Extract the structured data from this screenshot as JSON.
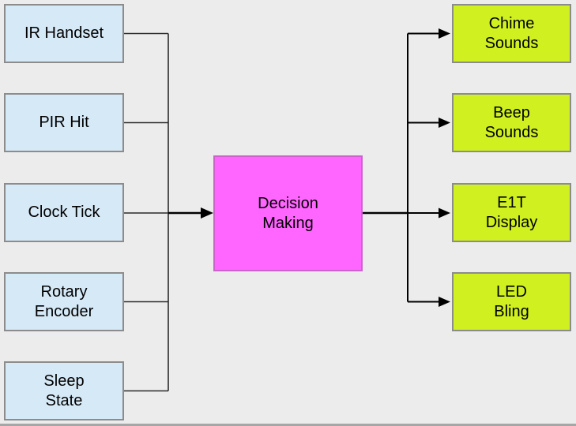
{
  "diagram": {
    "inputs": [
      {
        "label": "IR Handset"
      },
      {
        "label": "PIR Hit"
      },
      {
        "label": "Clock Tick"
      },
      {
        "label": "Rotary\nEncoder"
      },
      {
        "label": "Sleep\nState"
      }
    ],
    "process": {
      "label": "Decision\nMaking"
    },
    "outputs": [
      {
        "label": "Chime\nSounds"
      },
      {
        "label": "Beep\nSounds"
      },
      {
        "label": "E1T\nDisplay"
      },
      {
        "label": "LED\nBling"
      }
    ],
    "colors": {
      "background": "#ececec",
      "input_fill": "#d6e9f7",
      "input_border": "#8c8c8c",
      "process_fill": "#ff66ff",
      "process_border": "#cc63cc",
      "output_fill": "#d0f020",
      "output_border": "#8c8c8c",
      "connector": "#000000"
    }
  }
}
